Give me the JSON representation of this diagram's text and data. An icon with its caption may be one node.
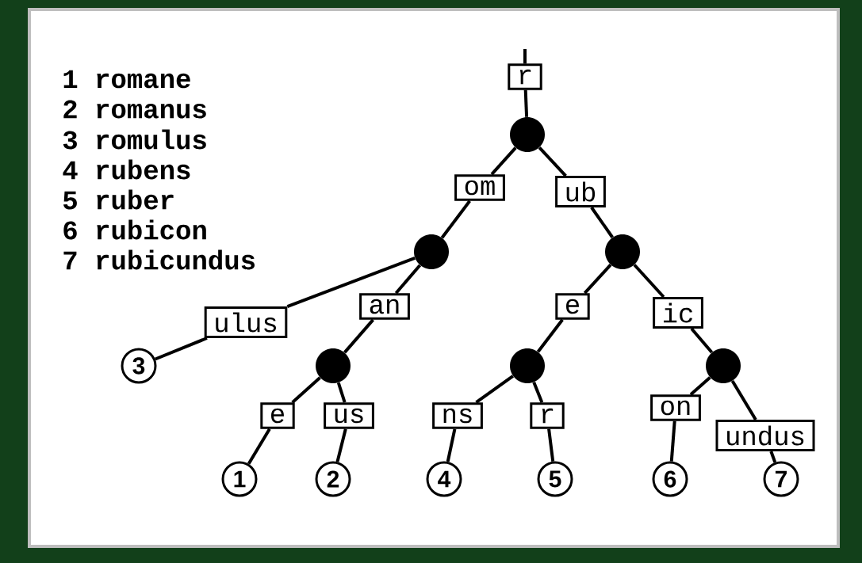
{
  "diagram": {
    "nodes": [
      {
        "text": [
          "r"
        ]
      },
      {
        "text": [],
        "shape": "circle"
      },
      {
        "text": [
          "om"
        ]
      },
      {
        "text": [
          "ub"
        ]
      },
      {
        "text": [],
        "shape": "circle"
      },
      {
        "text": [],
        "shape": "circle"
      },
      {
        "text": [
          "ulus"
        ]
      },
      {
        "text": [
          "an"
        ]
      },
      {
        "text": [
          "e"
        ]
      },
      {
        "text": [
          "ic"
        ]
      },
      {
        "text": [
          "3"
        ]
      },
      {
        "text": [],
        "shape": "circle"
      },
      {
        "text": [],
        "shape": "circle"
      },
      {
        "text": [],
        "shape": "circle"
      },
      {
        "text": [
          "e"
        ]
      },
      {
        "text": [
          "us"
        ]
      },
      {
        "text": [
          "ns"
        ]
      },
      {
        "text": [
          "r"
        ]
      },
      {
        "text": [
          "on"
        ]
      },
      {
        "text": [
          "undus"
        ]
      },
      {
        "text": [
          "1"
        ]
      },
      {
        "text": [
          "2"
        ]
      },
      {
        "text": [
          "4"
        ]
      },
      {
        "text": [
          "5"
        ]
      },
      {
        "text": [
          "6"
        ]
      },
      {
        "text": [
          "7"
        ]
      }
    ],
    "edges": [
      {
        "from": null,
        "to": 0,
        "arrow": "none"
      },
      {
        "from": 0,
        "to": 1,
        "arrow": "none"
      },
      {
        "from": 1,
        "to": 2,
        "arrow": "none"
      },
      {
        "from": 1,
        "to": 3,
        "arrow": "none"
      },
      {
        "from": 2,
        "to": 4,
        "arrow": "none"
      },
      {
        "from": 3,
        "to": 5,
        "arrow": "none"
      },
      {
        "from": 4,
        "to": 6,
        "arrow": "none"
      },
      {
        "from": 4,
        "to": 7,
        "arrow": "none"
      },
      {
        "from": 6,
        "to": 10,
        "arrow": "none"
      },
      {
        "from": 7,
        "to": 11,
        "arrow": "none"
      },
      {
        "from": 5,
        "to": 8,
        "arrow": "none"
      },
      {
        "from": 5,
        "to": 9,
        "arrow": "none"
      },
      {
        "from": 8,
        "to": 12,
        "arrow": "none"
      },
      {
        "from": 9,
        "to": 13,
        "arrow": "none"
      },
      {
        "from": 11,
        "to": 14,
        "arrow": "none"
      },
      {
        "from": 11,
        "to": 15,
        "arrow": "none"
      },
      {
        "from": 14,
        "to": 20,
        "arrow": "none"
      },
      {
        "from": 15,
        "to": 21,
        "arrow": "none"
      },
      {
        "from": 12,
        "to": 16,
        "arrow": "none"
      },
      {
        "from": 12,
        "to": 17,
        "arrow": "none"
      },
      {
        "from": 16,
        "to": 22,
        "arrow": "none"
      },
      {
        "from": 17,
        "to": 23,
        "arrow": "none"
      },
      {
        "from": 13,
        "to": 18,
        "arrow": "none"
      },
      {
        "from": 13,
        "to": 19,
        "arrow": "none"
      },
      {
        "from": 18,
        "to": 24,
        "arrow": "none"
      },
      {
        "from": 19,
        "to": 25,
        "arrow": "none"
      }
    ],
    "labels": [
      "1 romane",
      "2 romanus",
      "3 romulus",
      "4 rubens",
      "5 ruber",
      "6 rubicon",
      "7 rubicundus"
    ]
  }
}
